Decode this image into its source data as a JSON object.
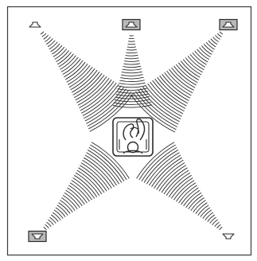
{
  "diagram": {
    "frame_color": "#3a3a3a",
    "line_color": "#2a2a2a",
    "speaker_fill_highlight": "#b9b9b9",
    "speaker_fill_plain": "#ffffff",
    "speakers": [
      {
        "name": "front-left-speaker",
        "position": "top-left",
        "style": "plain",
        "icon": "speaker-icon"
      },
      {
        "name": "center-speaker",
        "position": "top-center",
        "style": "highlight",
        "icon": "speaker-icon"
      },
      {
        "name": "front-right-speaker",
        "position": "top-right",
        "style": "highlight",
        "icon": "speaker-icon"
      },
      {
        "name": "surround-left-speaker",
        "position": "bottom-left",
        "style": "highlight",
        "icon": "speaker-icon"
      },
      {
        "name": "surround-right-speaker",
        "position": "bottom-right",
        "style": "plain",
        "icon": "speaker-icon"
      }
    ],
    "listener": {
      "icon": "listener-in-chair-icon"
    }
  }
}
